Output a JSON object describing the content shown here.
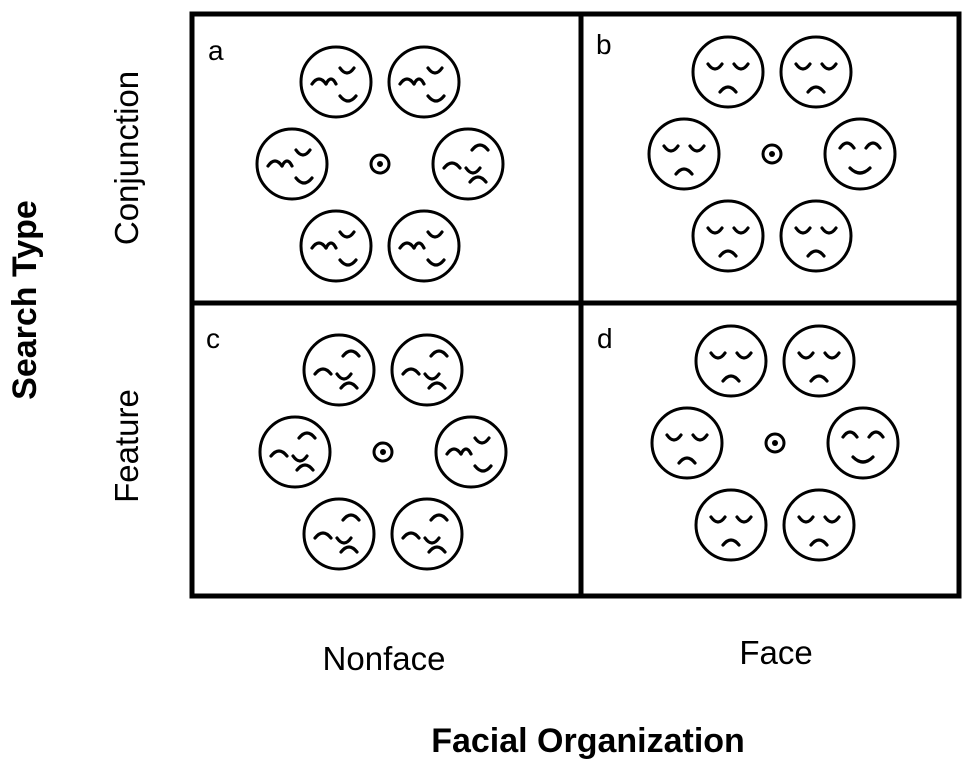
{
  "y_axis_title": "Search Type",
  "x_axis_title": "Facial Organization",
  "rows": [
    {
      "label": "Conjunction"
    },
    {
      "label": "Feature"
    }
  ],
  "columns": [
    {
      "label": "Nonface"
    },
    {
      "label": "Face"
    }
  ],
  "panels": [
    {
      "letter": "a",
      "row": 0,
      "col": 0,
      "face_count": 6
    },
    {
      "letter": "b",
      "row": 0,
      "col": 1,
      "face_count": 6
    },
    {
      "letter": "c",
      "row": 1,
      "col": 0,
      "face_count": 6
    },
    {
      "letter": "d",
      "row": 1,
      "col": 1,
      "face_count": 6
    }
  ],
  "colors": {
    "ink": "#000000",
    "background": "#ffffff"
  }
}
